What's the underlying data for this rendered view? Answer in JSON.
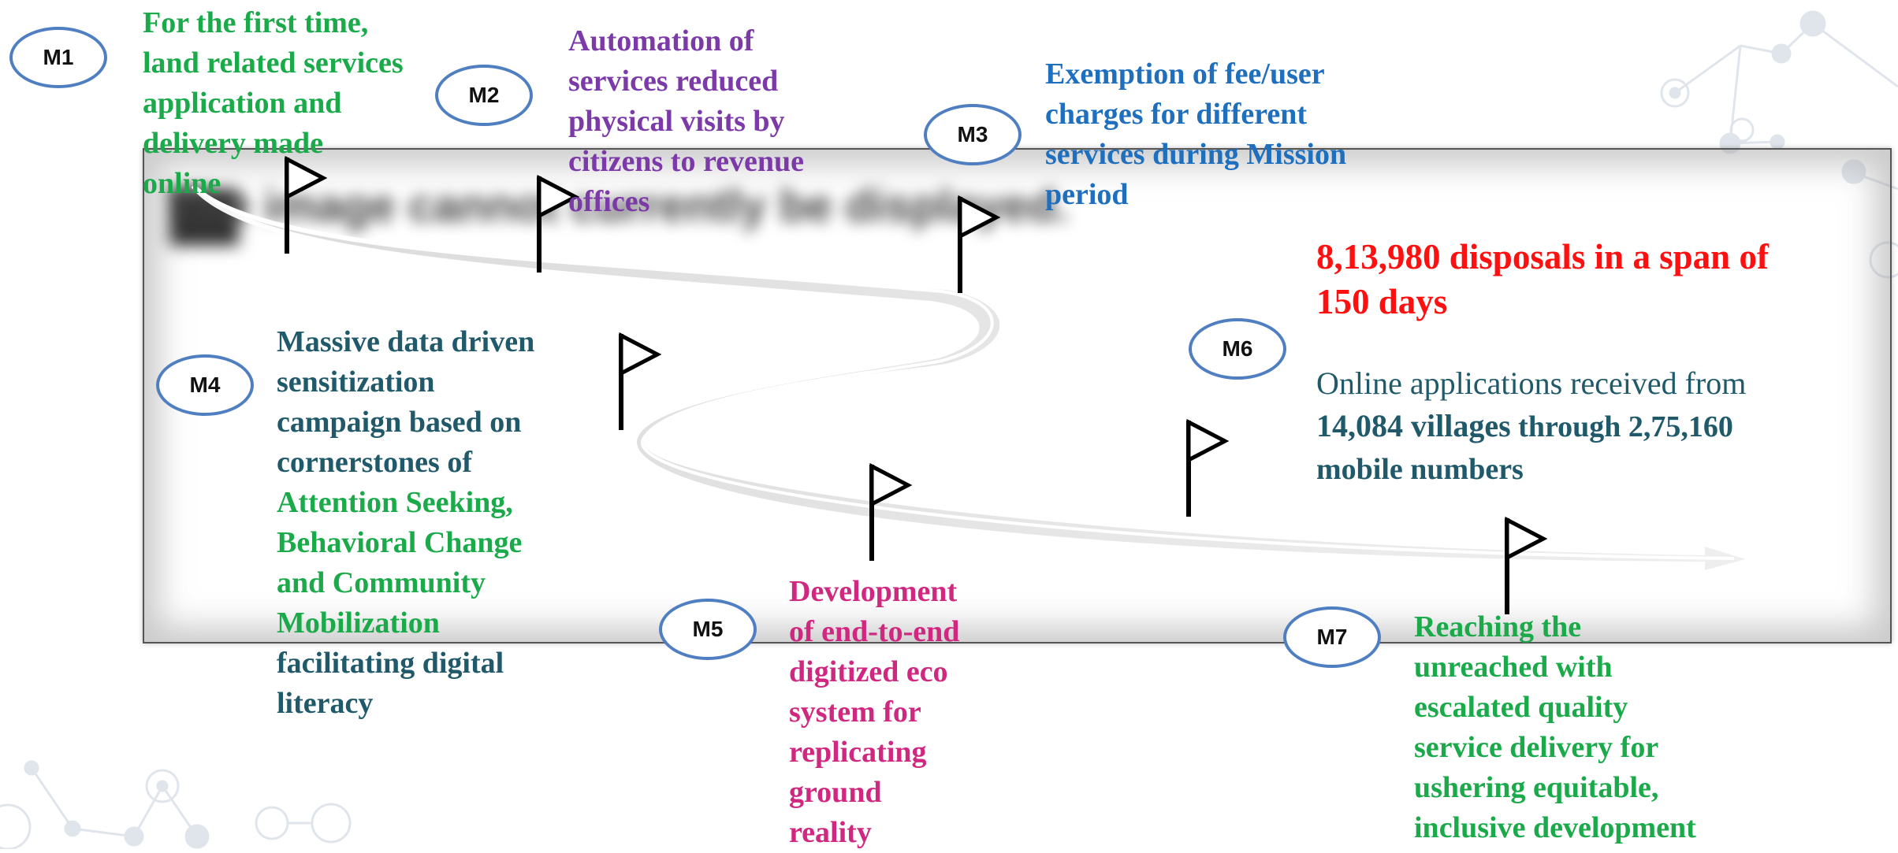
{
  "milestones": [
    {
      "label": "M1"
    },
    {
      "label": "M2"
    },
    {
      "label": "M3"
    },
    {
      "label": "M4"
    },
    {
      "label": "M5"
    },
    {
      "label": "M6"
    },
    {
      "label": "M7"
    }
  ],
  "m1_text": [
    "For the first time,",
    "land related services",
    "application and",
    "delivery made",
    "online"
  ],
  "m2_text": [
    "Automation of",
    "services reduced",
    "physical visits by",
    "citizens to revenue",
    "offices"
  ],
  "m3_text": [
    "Exemption of fee/user",
    "charges for different",
    "services during Mission",
    "period"
  ],
  "m4_text": {
    "teal_lines_top": [
      "Massive data driven",
      "sensitization",
      "campaign based on",
      "cornerstones of"
    ],
    "green_lines": [
      "Attention Seeking,",
      "Behavioral Change",
      "and Community",
      "Mobilization"
    ],
    "teal_lines_bottom": [
      "facilitating digital",
      "literacy"
    ]
  },
  "m5_text": [
    "Development",
    "of end-to-end",
    "digitized eco",
    "system for",
    "replicating",
    "ground",
    "reality"
  ],
  "m6_text": {
    "headline": [
      "8,13,980 disposals in a span of",
      "150 days"
    ],
    "intro": "Online applications received from",
    "villages": "14,084 villages",
    "through": " through 2,75,160",
    "mobile": "mobile numbers"
  },
  "m7_text": [
    "Reaching the",
    "unreached with",
    "escalated quality",
    "service delivery for",
    "ushering equitable,",
    "inclusive development"
  ],
  "placeholder_blurred": "The image cannot currently be displayed.",
  "colors": {
    "green": "#1aaa4a",
    "purple": "#7c3aa8",
    "blue": "#1f6fbf",
    "teal": "#205a6a",
    "magenta": "#d02880",
    "red": "#ff1010",
    "circle_border": "#4f7fc1"
  }
}
